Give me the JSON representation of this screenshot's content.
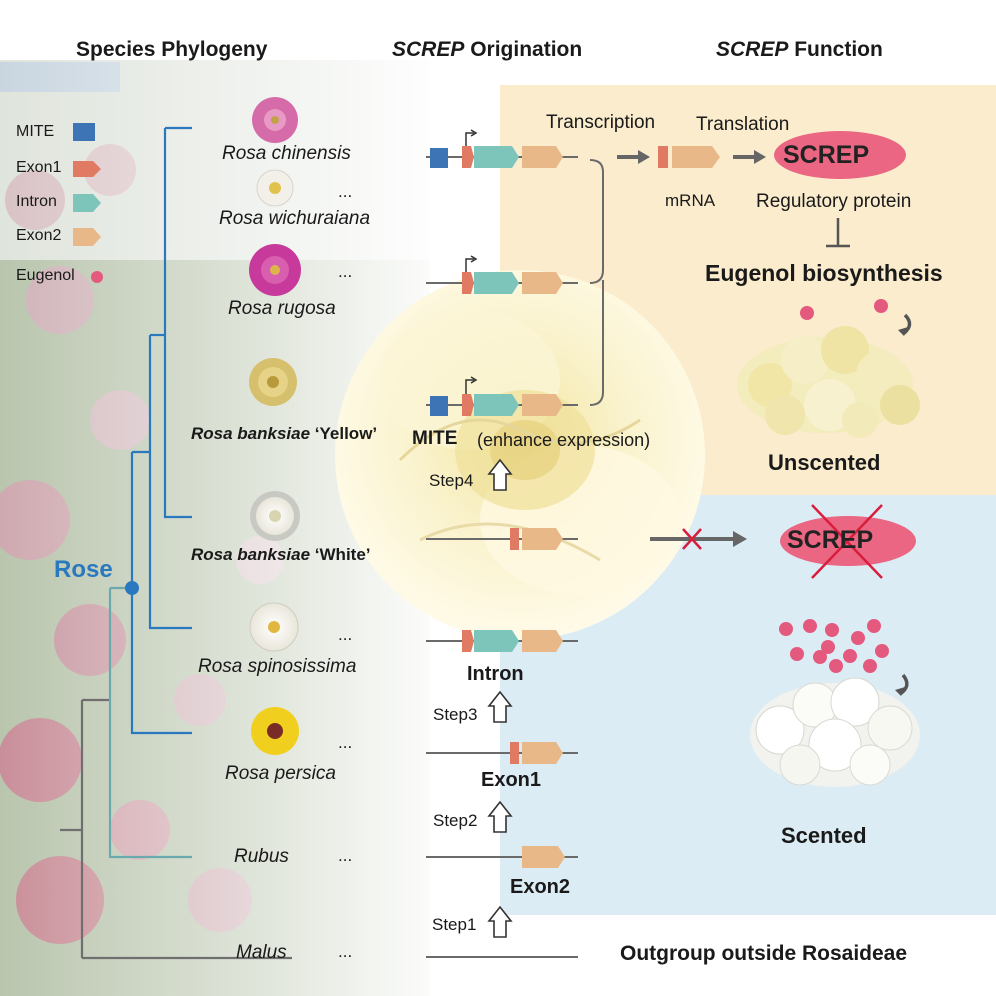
{
  "headers": {
    "phylogeny": "Species Phylogeny",
    "origination_italic": "SCREP",
    "origination_rest": " Origination",
    "function_italic": "SCREP",
    "function_rest": " Function"
  },
  "legend": [
    {
      "label": "MITE",
      "shape": "square",
      "color": "#3d74b6"
    },
    {
      "label": "Exon1",
      "shape": "arrow",
      "color": "#e07a62"
    },
    {
      "label": "Intron",
      "shape": "arrow",
      "color": "#7dc4bb"
    },
    {
      "label": "Exon2",
      "shape": "arrow",
      "color": "#e9b889"
    },
    {
      "label": "Eugenol",
      "shape": "dot",
      "color": "#e4597e"
    }
  ],
  "species": {
    "rosa_chinensis": "Rosa chinensis",
    "rosa_wichuraiana": "Rosa wichuraiana",
    "rosa_rugosa": "Rosa rugosa",
    "rosa_banksiae_yellow_name": "Rosa banksiae",
    "rosa_banksiae_yellow_cultivar": " ‘Yellow’",
    "rosa_banksiae_white_name": "Rosa banksiae",
    "rosa_banksiae_white_cultivar": " ‘White’",
    "rosa_spinosissima": "Rosa spinosissima",
    "rosa_persica": "Rosa persica",
    "rubus": "Rubus",
    "malus": "Malus",
    "ellipsis": "..."
  },
  "clade_label": "Rose",
  "origination": {
    "mite_label": "MITE",
    "mite_note": "(enhance expression)",
    "step4": "Step4",
    "step3": "Step3",
    "step2": "Step2",
    "step1": "Step1",
    "intron": "Intron",
    "exon1": "Exon1",
    "exon2": "Exon2",
    "outgroup": "Outgroup outside Rosaideae"
  },
  "function": {
    "transcription": "Transcription",
    "translation": "Translation",
    "mrna": "mRNA",
    "screp": "SCREP",
    "regulatory_protein": "Regulatory protein",
    "eugenol_biosynthesis": "Eugenol biosynthesis",
    "unscented": "Unscented",
    "scented": "Scented"
  },
  "colors": {
    "mite": "#3d74b6",
    "exon1": "#e07a62",
    "intron": "#7dc4bb",
    "exon2": "#e9b889",
    "eugenol": "#e4597e",
    "screp_oval": "#ea6682",
    "rose_clade": "#2a78be",
    "cross": "#d81e3c"
  }
}
